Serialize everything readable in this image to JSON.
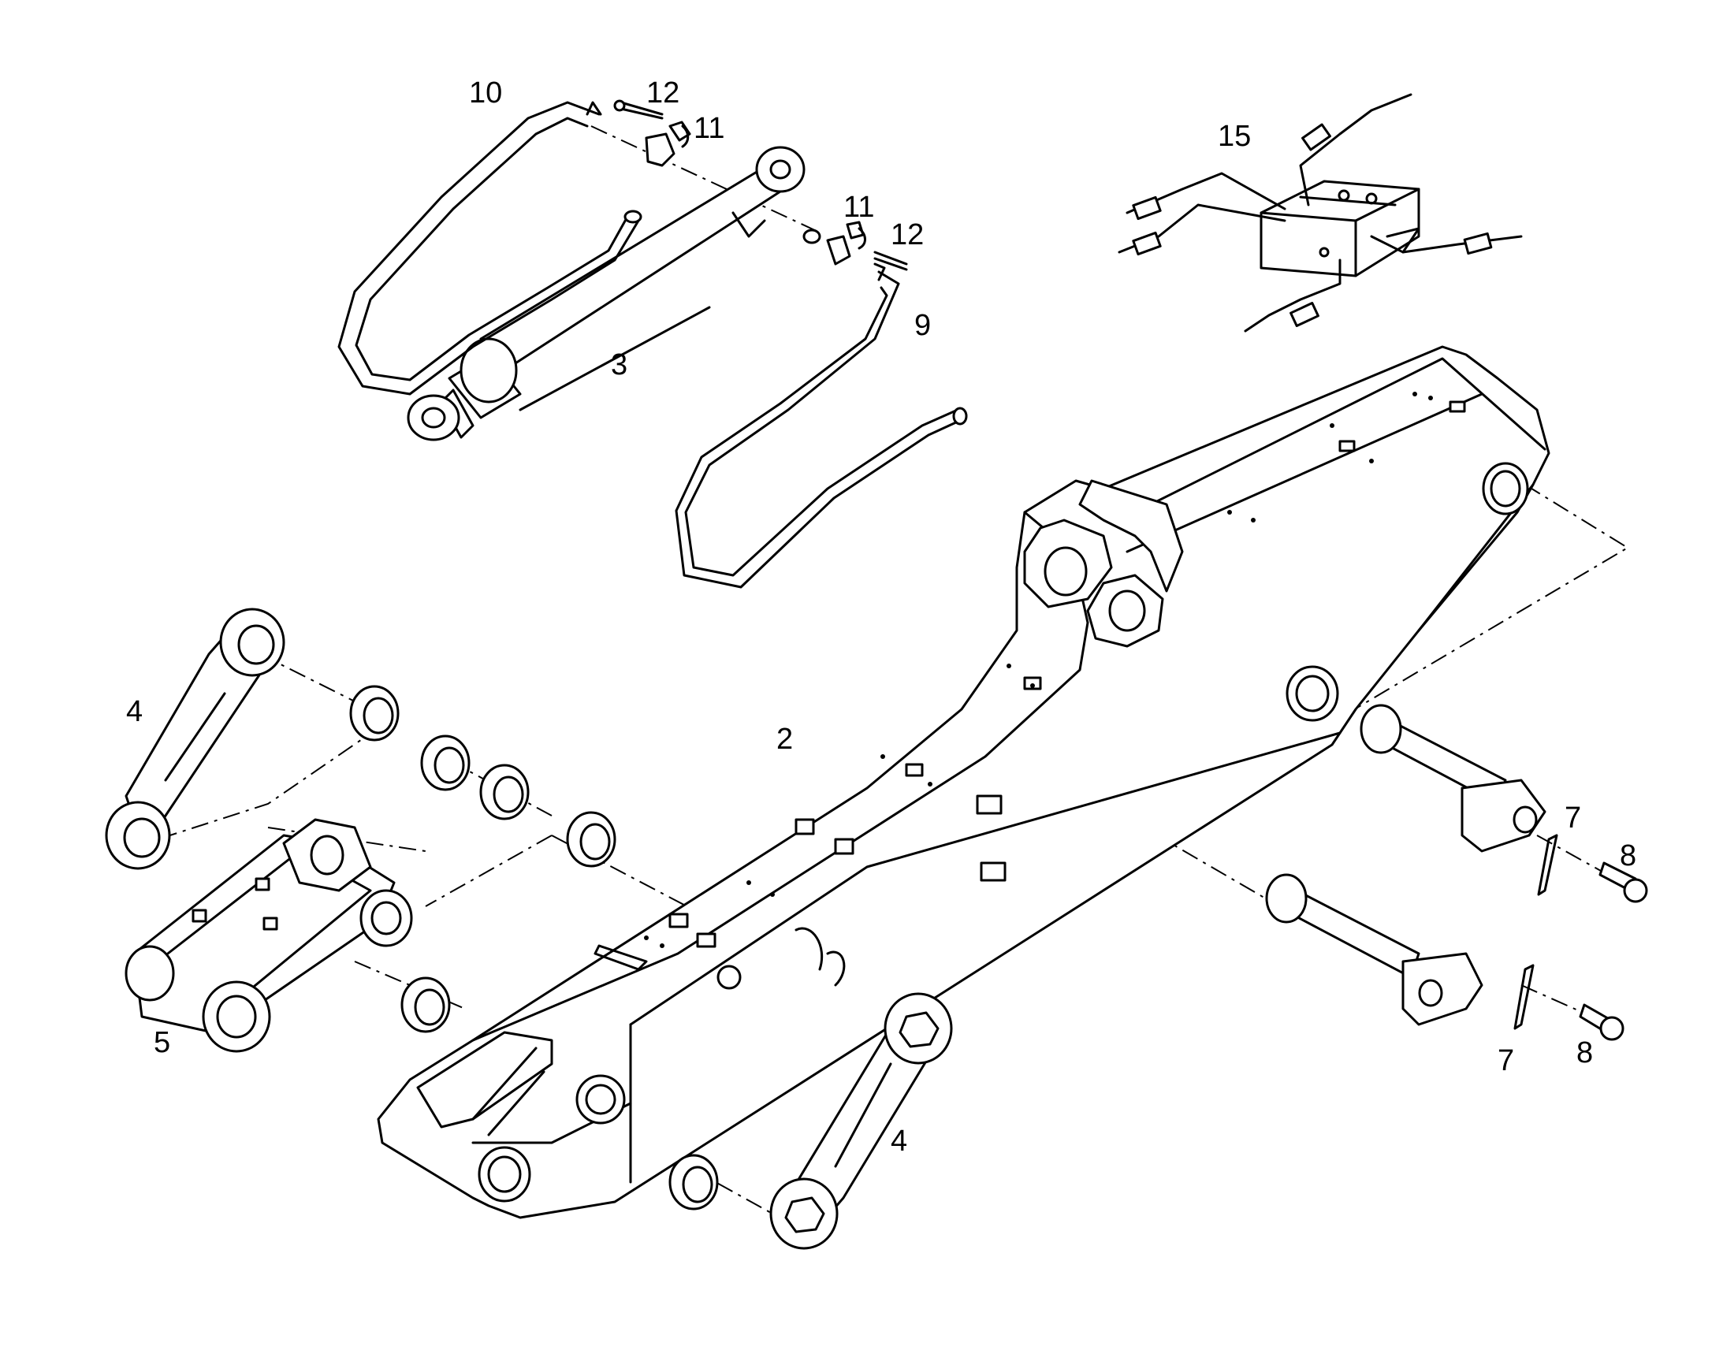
{
  "callouts": {
    "c2": "2",
    "c3": "3",
    "c4a": "4",
    "c4b": "4",
    "c5": "5",
    "c7a": "7",
    "c7b": "7",
    "c8a": "8",
    "c8b": "8",
    "c9": "9",
    "c10": "10",
    "c11a": "11",
    "c11b": "11",
    "c12a": "12",
    "c12b": "12",
    "c15": "15"
  }
}
